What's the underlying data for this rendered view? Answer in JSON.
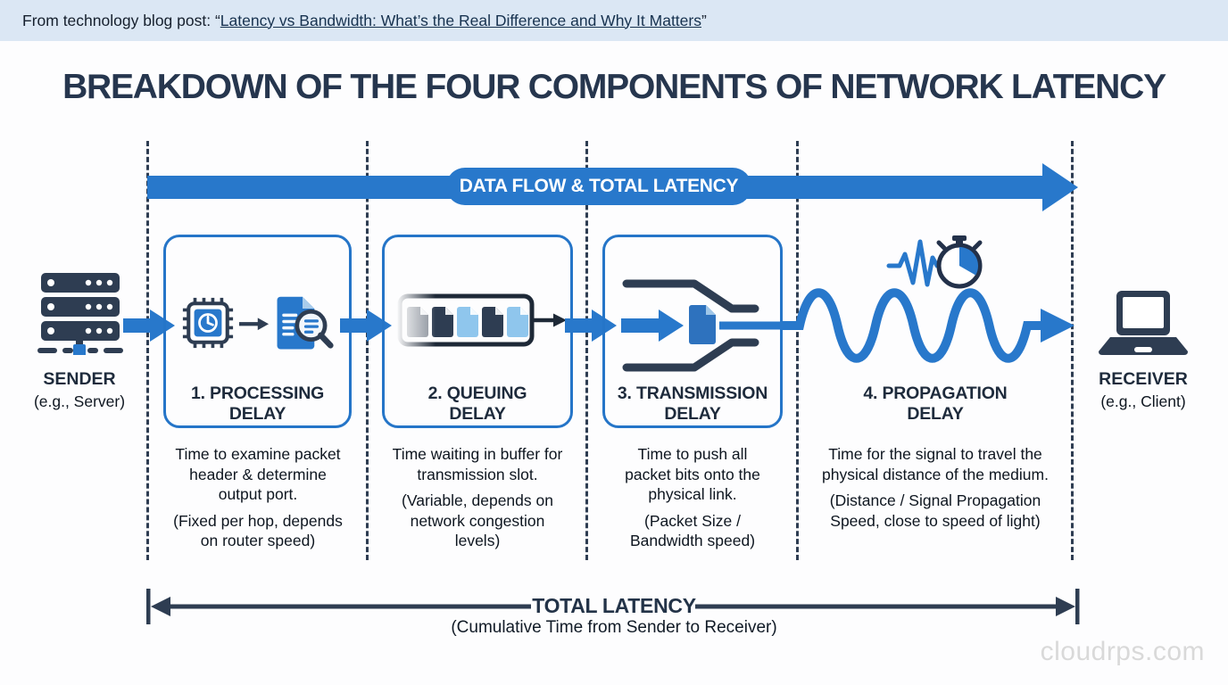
{
  "source_bar": {
    "prefix": "From technology blog post: “",
    "link_text": "Latency vs Bandwidth: What’s the Real Difference and Why It Matters",
    "close_quote": "”"
  },
  "title": "BREAKDOWN OF THE FOUR COMPONENTS OF NETWORK LATENCY",
  "flow_banner": {
    "label": "DATA FLOW & TOTAL LATENCY"
  },
  "sender": {
    "label": "SENDER",
    "sublabel": "(e.g., Server)",
    "icon": "server-stack-icon"
  },
  "receiver": {
    "label": "RECEIVER",
    "sublabel": "(e.g., Client)",
    "icon": "laptop-icon"
  },
  "steps": [
    {
      "title": "1. PROCESSING DELAY",
      "desc_main": "Time to examine packet header & determine output port.",
      "desc_note": "(Fixed per hop, depends on router speed)",
      "icon": "cpu-clock-inspect-icon"
    },
    {
      "title": "2. QUEUING DELAY",
      "desc_main": "Time waiting in buffer for transmission slot.",
      "desc_note": "(Variable, depends on network congestion levels)",
      "icon": "packet-buffer-queue-icon"
    },
    {
      "title": "3. TRANSMISSION DELAY",
      "desc_main": "Time to push all packet bits onto the physical link.",
      "desc_note": "(Packet Size / Bandwidth speed)",
      "icon": "packet-push-funnel-icon"
    },
    {
      "title": "4. PROPAGATION DELAY",
      "desc_main": "Time for the signal to travel the physical distance of the medium.",
      "desc_note": "(Distance / Signal Propagation Speed, close to speed of light)",
      "icon": "signal-wave-stopwatch-icon"
    }
  ],
  "total": {
    "label": "TOTAL LATENCY",
    "sublabel": "(Cumulative Time from Sender to Receiver)"
  },
  "watermark": "cloudrps.com",
  "colors": {
    "accent_blue": "#2878CB",
    "box_border_blue": "#2575C8",
    "dark_navy": "#2E3D52",
    "topbar_bg": "#DBE7F4",
    "light_file_blue": "#8FC6ED",
    "gray_file": "#858C96",
    "watermark_gray": "#D9D9D9"
  }
}
